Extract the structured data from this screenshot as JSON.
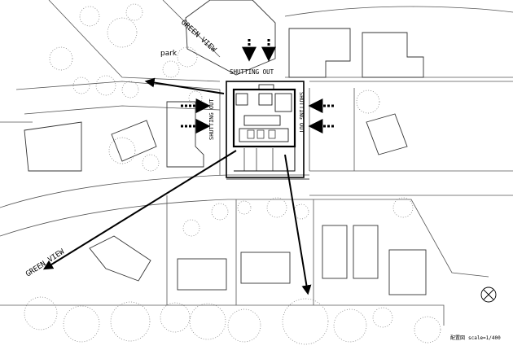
{
  "labels": {
    "green_view_top": "GREEN VIEW",
    "park": "park",
    "shutting_out_top": "SHUTTING OUT",
    "shutting_out_left": "SHUTTING OUT",
    "shutting_out_right": "SHUTTING OUT",
    "green_view_left": "GREEN VIEW",
    "drawing_title": "配置図",
    "scale": "scale=1/400"
  },
  "icons": {
    "north_marker": "north-arrow-icon"
  },
  "colors": {
    "line": "#000000",
    "thin_line": "#555555",
    "tree": "#777777",
    "background": "#ffffff"
  }
}
